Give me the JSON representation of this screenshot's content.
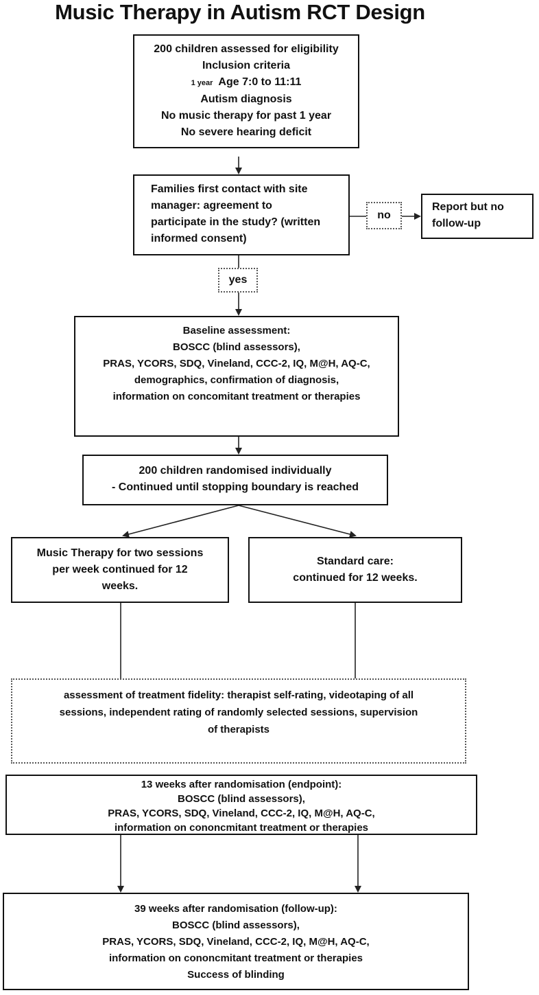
{
  "title": "Music Therapy in Autism RCT Design",
  "eligibility": {
    "lines": [
      "200 children assessed for eligibility",
      "Inclusion criteria",
      "Age 7:0 to 11:11",
      "Autism diagnosis",
      "No music therapy for past 1 year",
      "No severe hearing deficit"
    ],
    "side_note": "1 year"
  },
  "consent": {
    "lines": [
      "Families first contact with site",
      "manager: agreement to",
      "participate in the study? (written",
      "informed consent)"
    ]
  },
  "no_label": "no",
  "yes_label": "yes",
  "report": {
    "lines": [
      "Report but no",
      "follow-up"
    ]
  },
  "baseline": {
    "heading": "Baseline assessment:",
    "lines": [
      "BOSCC (blind assessors),",
      "PRAS, YCORS, SDQ, Vineland, CCC-2, IQ, M@H, AQ-C,",
      "demographics, confirmation of diagnosis,",
      "information on concomitant treatment or therapies"
    ]
  },
  "randomised": {
    "lines": [
      "200 children randomised individually",
      "- Continued until stopping boundary is reached"
    ]
  },
  "music_therapy": {
    "lines": [
      "Music Therapy for two sessions",
      "per week continued for 12",
      "weeks."
    ]
  },
  "standard_care": {
    "lines": [
      "Standard care:",
      "continued for 12 weeks."
    ]
  },
  "fidelity": {
    "lines": [
      "assessment of treatment fidelity: therapist self-rating, videotaping of all",
      "sessions, independent rating of randomly selected sessions, supervision",
      "of therapists"
    ]
  },
  "endpoint": {
    "heading": "13 weeks after randomisation (endpoint):",
    "lines": [
      "BOSCC (blind assessors),",
      "PRAS, YCORS, SDQ, Vineland, CCC-2, IQ, M@H, AQ-C,",
      "information on cononcmitant treatment or therapies"
    ]
  },
  "followup": {
    "heading": "39 weeks after randomisation (follow-up):",
    "lines": [
      "BOSCC (blind assessors),",
      "PRAS, YCORS, SDQ, Vineland, CCC-2, IQ, M@H, AQ-C,",
      "information on cononcmitant treatment or therapies",
      "Success of blinding"
    ]
  }
}
